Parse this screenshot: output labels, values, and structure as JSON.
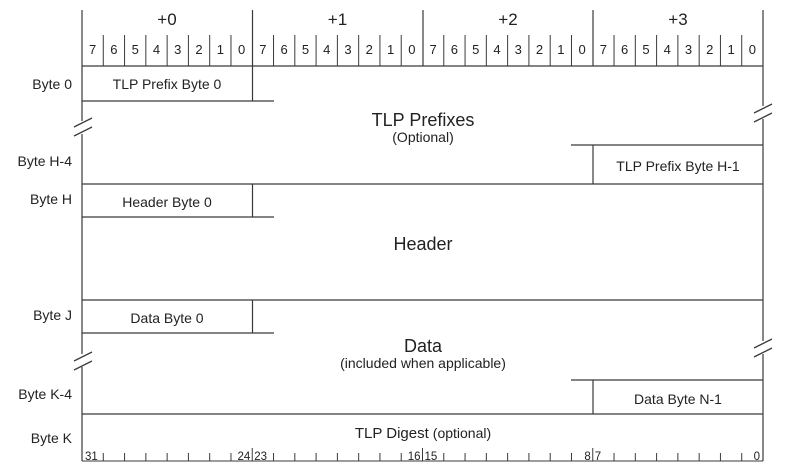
{
  "byte_offsets": [
    "+0",
    "+1",
    "+2",
    "+3"
  ],
  "bit_numbers": [
    "7",
    "6",
    "5",
    "4",
    "3",
    "2",
    "1",
    "0"
  ],
  "row_labels": {
    "byte_0": "Byte 0",
    "byte_h_4": "Byte H-4",
    "byte_h": "Byte H",
    "byte_j": "Byte J",
    "byte_k_4": "Byte K-4",
    "byte_k": "Byte K"
  },
  "cells": {
    "tlp_prefix_byte_0": "TLP Prefix Byte 0",
    "tlp_prefix_byte_h_1": "TLP Prefix Byte H-1",
    "header_byte_0": "Header Byte 0",
    "data_byte_0": "Data Byte 0",
    "data_byte_n_1": "Data Byte N-1"
  },
  "sections": {
    "tlp_prefixes": {
      "title": "TLP Prefixes",
      "subtitle": "(Optional)"
    },
    "header": {
      "title": "Header"
    },
    "data": {
      "title": "Data",
      "subtitle": "(included when applicable)"
    },
    "digest": {
      "title": "TLP Digest",
      "note": "(optional)"
    }
  },
  "bit_scale": [
    "31",
    "24",
    "23",
    "16",
    "15",
    "8",
    "7",
    "0"
  ]
}
